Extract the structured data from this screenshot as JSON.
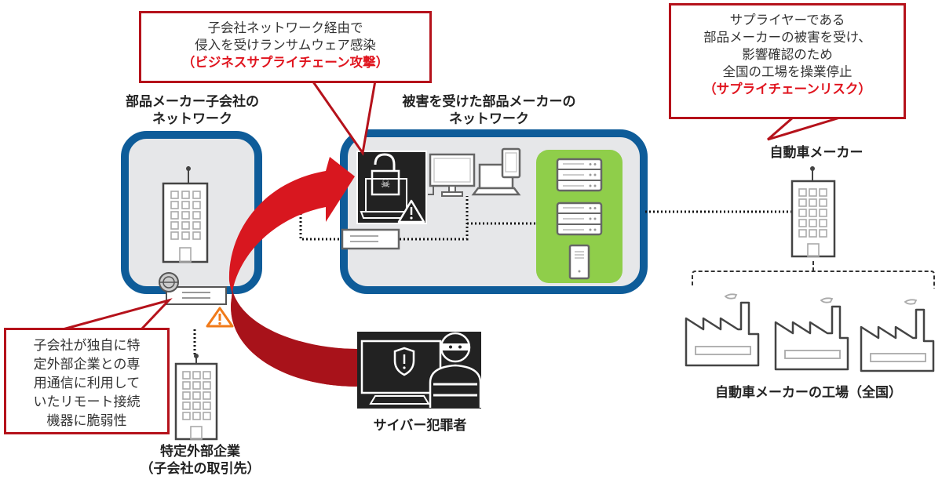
{
  "colors": {
    "network_border": "#0e5c99",
    "network_fill": "#e6e7e9",
    "server_zone": "#8fce4a",
    "callout_border": "#b5121b",
    "highlight_text": "#e0141e",
    "attack_arrow": "#d8171f",
    "attack_arrow_dark": "#a8121a",
    "warning": "#f07a1a",
    "icon_dark": "#222222"
  },
  "callouts": {
    "ransomware": {
      "lines": [
        "子会社ネットワーク経由で",
        "侵入を受けランサムウェア感染"
      ],
      "highlight": "（ビジネスサプライチェーン攻撃）"
    },
    "supply_chain_risk": {
      "lines": [
        "サプライヤーである",
        "部品メーカーの被害を受け、",
        "影響確認のため",
        "全国の工場を操業停止"
      ],
      "highlight": "（サプライチェーンリスク）"
    },
    "vulnerability": {
      "lines": [
        "子会社が独自に特",
        "定外部企業との専",
        "用通信に利用して",
        "いたリモート接続",
        "機器に脆弱性"
      ]
    }
  },
  "labels": {
    "subsidiary_network": "部品メーカー子会社の\nネットワーク",
    "victim_network": "被害を受けた部品メーカーの\nネットワーク",
    "automaker": "自動車メーカー",
    "factories": "自動車メーカーの工場（全国）",
    "cybercriminal": "サイバー犯罪者",
    "external_company": "特定外部企業\n（子会社の取引先）"
  },
  "icons": {
    "subsidiary_building": "office-building-icon",
    "remote_device": "remote-access-device-icon",
    "warning": "warning-triangle-icon",
    "infected_laptop": "ransomware-laptop-icon",
    "desktop": "desktop-monitor-icon",
    "laptop_tablet": "laptop-tablet-icon",
    "vpn_device": "network-appliance-icon",
    "servers": "server-rack-icon",
    "tower": "tower-server-icon",
    "hacker": "cybercriminal-icon",
    "automaker_building": "office-building-icon",
    "factory": "factory-icon"
  }
}
